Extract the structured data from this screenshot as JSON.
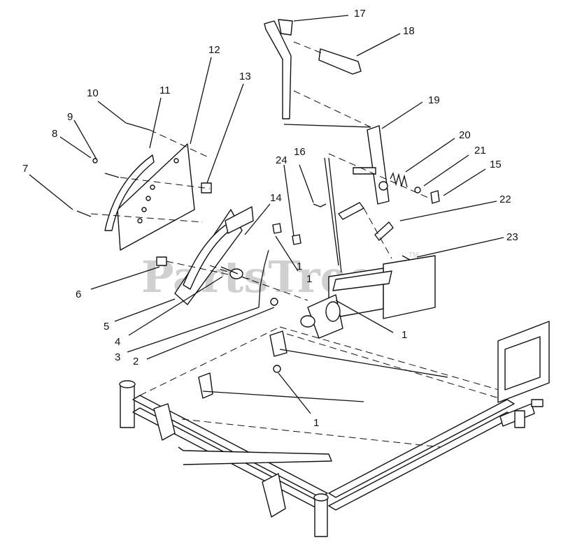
{
  "diagram": {
    "watermark": "PartsTree",
    "watermark_mark": "TM",
    "callouts": [
      "17",
      "18",
      "12",
      "13",
      "10",
      "11",
      "9",
      "8",
      "7",
      "19",
      "20",
      "21",
      "15",
      "24",
      "16",
      "14",
      "22",
      "23",
      "1",
      "1",
      "1",
      "6",
      "5",
      "4",
      "3",
      "2",
      "1"
    ]
  }
}
